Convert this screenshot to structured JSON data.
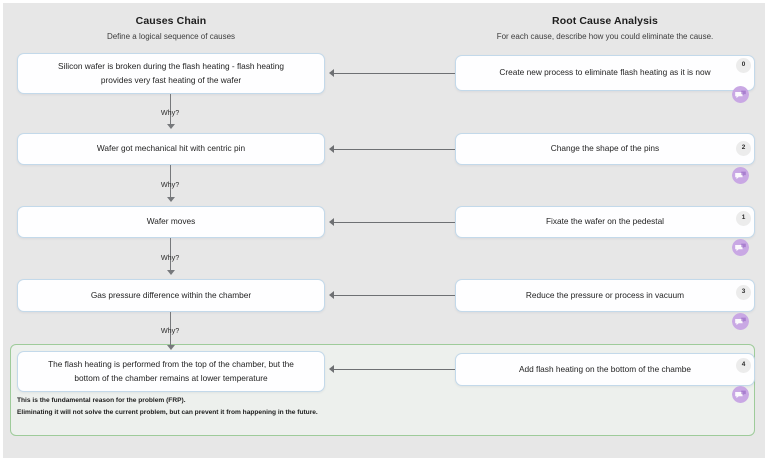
{
  "columns": {
    "left": {
      "title": "Causes Chain",
      "subtitle": "Define a logical sequence of causes"
    },
    "right": {
      "title": "Root Cause Analysis",
      "subtitle": "For each cause, describe how you could eliminate the cause."
    }
  },
  "connector_label": "Why?",
  "rows": [
    {
      "cause": "Silicon wafer is broken during the flash heating - flash heating provides very fast heating of the wafer",
      "fix": "Create new process to eliminate flash heating as it is now",
      "badge": "0",
      "comment_icon": "comment-icon"
    },
    {
      "cause": "Wafer got mechanical hit with centric pin",
      "fix": "Change the shape of the pins",
      "badge": "2",
      "comment_icon": "comment-icon"
    },
    {
      "cause": "Wafer moves",
      "fix": "Fixate the wafer on the pedestal",
      "badge": "1",
      "comment_icon": "comment-icon"
    },
    {
      "cause": "Gas pressure difference within the chamber",
      "fix": "Reduce the pressure or process in vacuum",
      "badge": "3",
      "comment_icon": "comment-icon"
    },
    {
      "cause": "The flash heating is performed from the top of the chamber, but the bottom of the chamber remains at lower temperature",
      "fix": "Add flash heating on the bottom of the chambe",
      "badge": "4",
      "comment_icon": "comment-icon"
    }
  ],
  "frp": {
    "line1": "This is the fundamental reason for the problem (FRP).",
    "line2": "Eliminating it will not solve the current problem, but can prevent it from happening in the future."
  },
  "colors": {
    "canvas_background": "#e7e7e7",
    "node_border": "#c3d9ea",
    "node_background": "#fefeff",
    "connector": "#77797c",
    "frp_border": "#9ecb9a",
    "badge_background": "#ececec",
    "comment_icon": "#a87fd0"
  }
}
